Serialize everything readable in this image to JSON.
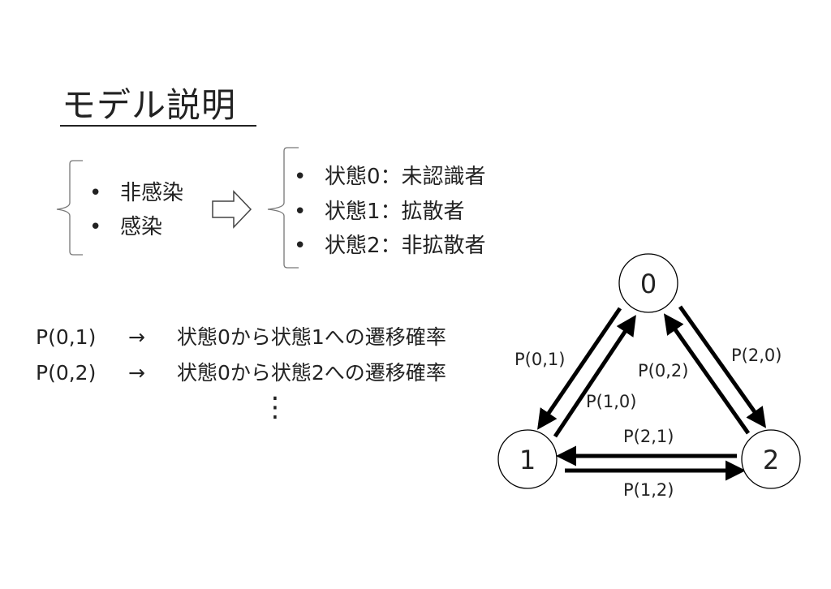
{
  "title": "モデル説明",
  "left_list": [
    "非感染",
    "感染"
  ],
  "right_list": [
    "状態0：未認識者",
    "状態1：拡散者",
    "状態2：非拡散者"
  ],
  "bullet_char": "•",
  "arrow_icon": "hollow-right-arrow-icon",
  "transitions": [
    {
      "label": "P(0,1)",
      "arrow": "→",
      "description": "状態0から状態1への遷移確率"
    },
    {
      "label": "P(0,2)",
      "arrow": "→",
      "description": "状態0から状態2への遷移確率"
    }
  ],
  "ellipsis": "⋮",
  "diagram": {
    "nodes": [
      "0",
      "1",
      "2"
    ],
    "edge_labels": {
      "p01": "P(0,1)",
      "p10": "P(1,0)",
      "p02": "P(0,2)",
      "p20": "P(2,0)",
      "p21": "P(2,1)",
      "p12": "P(1,2)"
    }
  }
}
